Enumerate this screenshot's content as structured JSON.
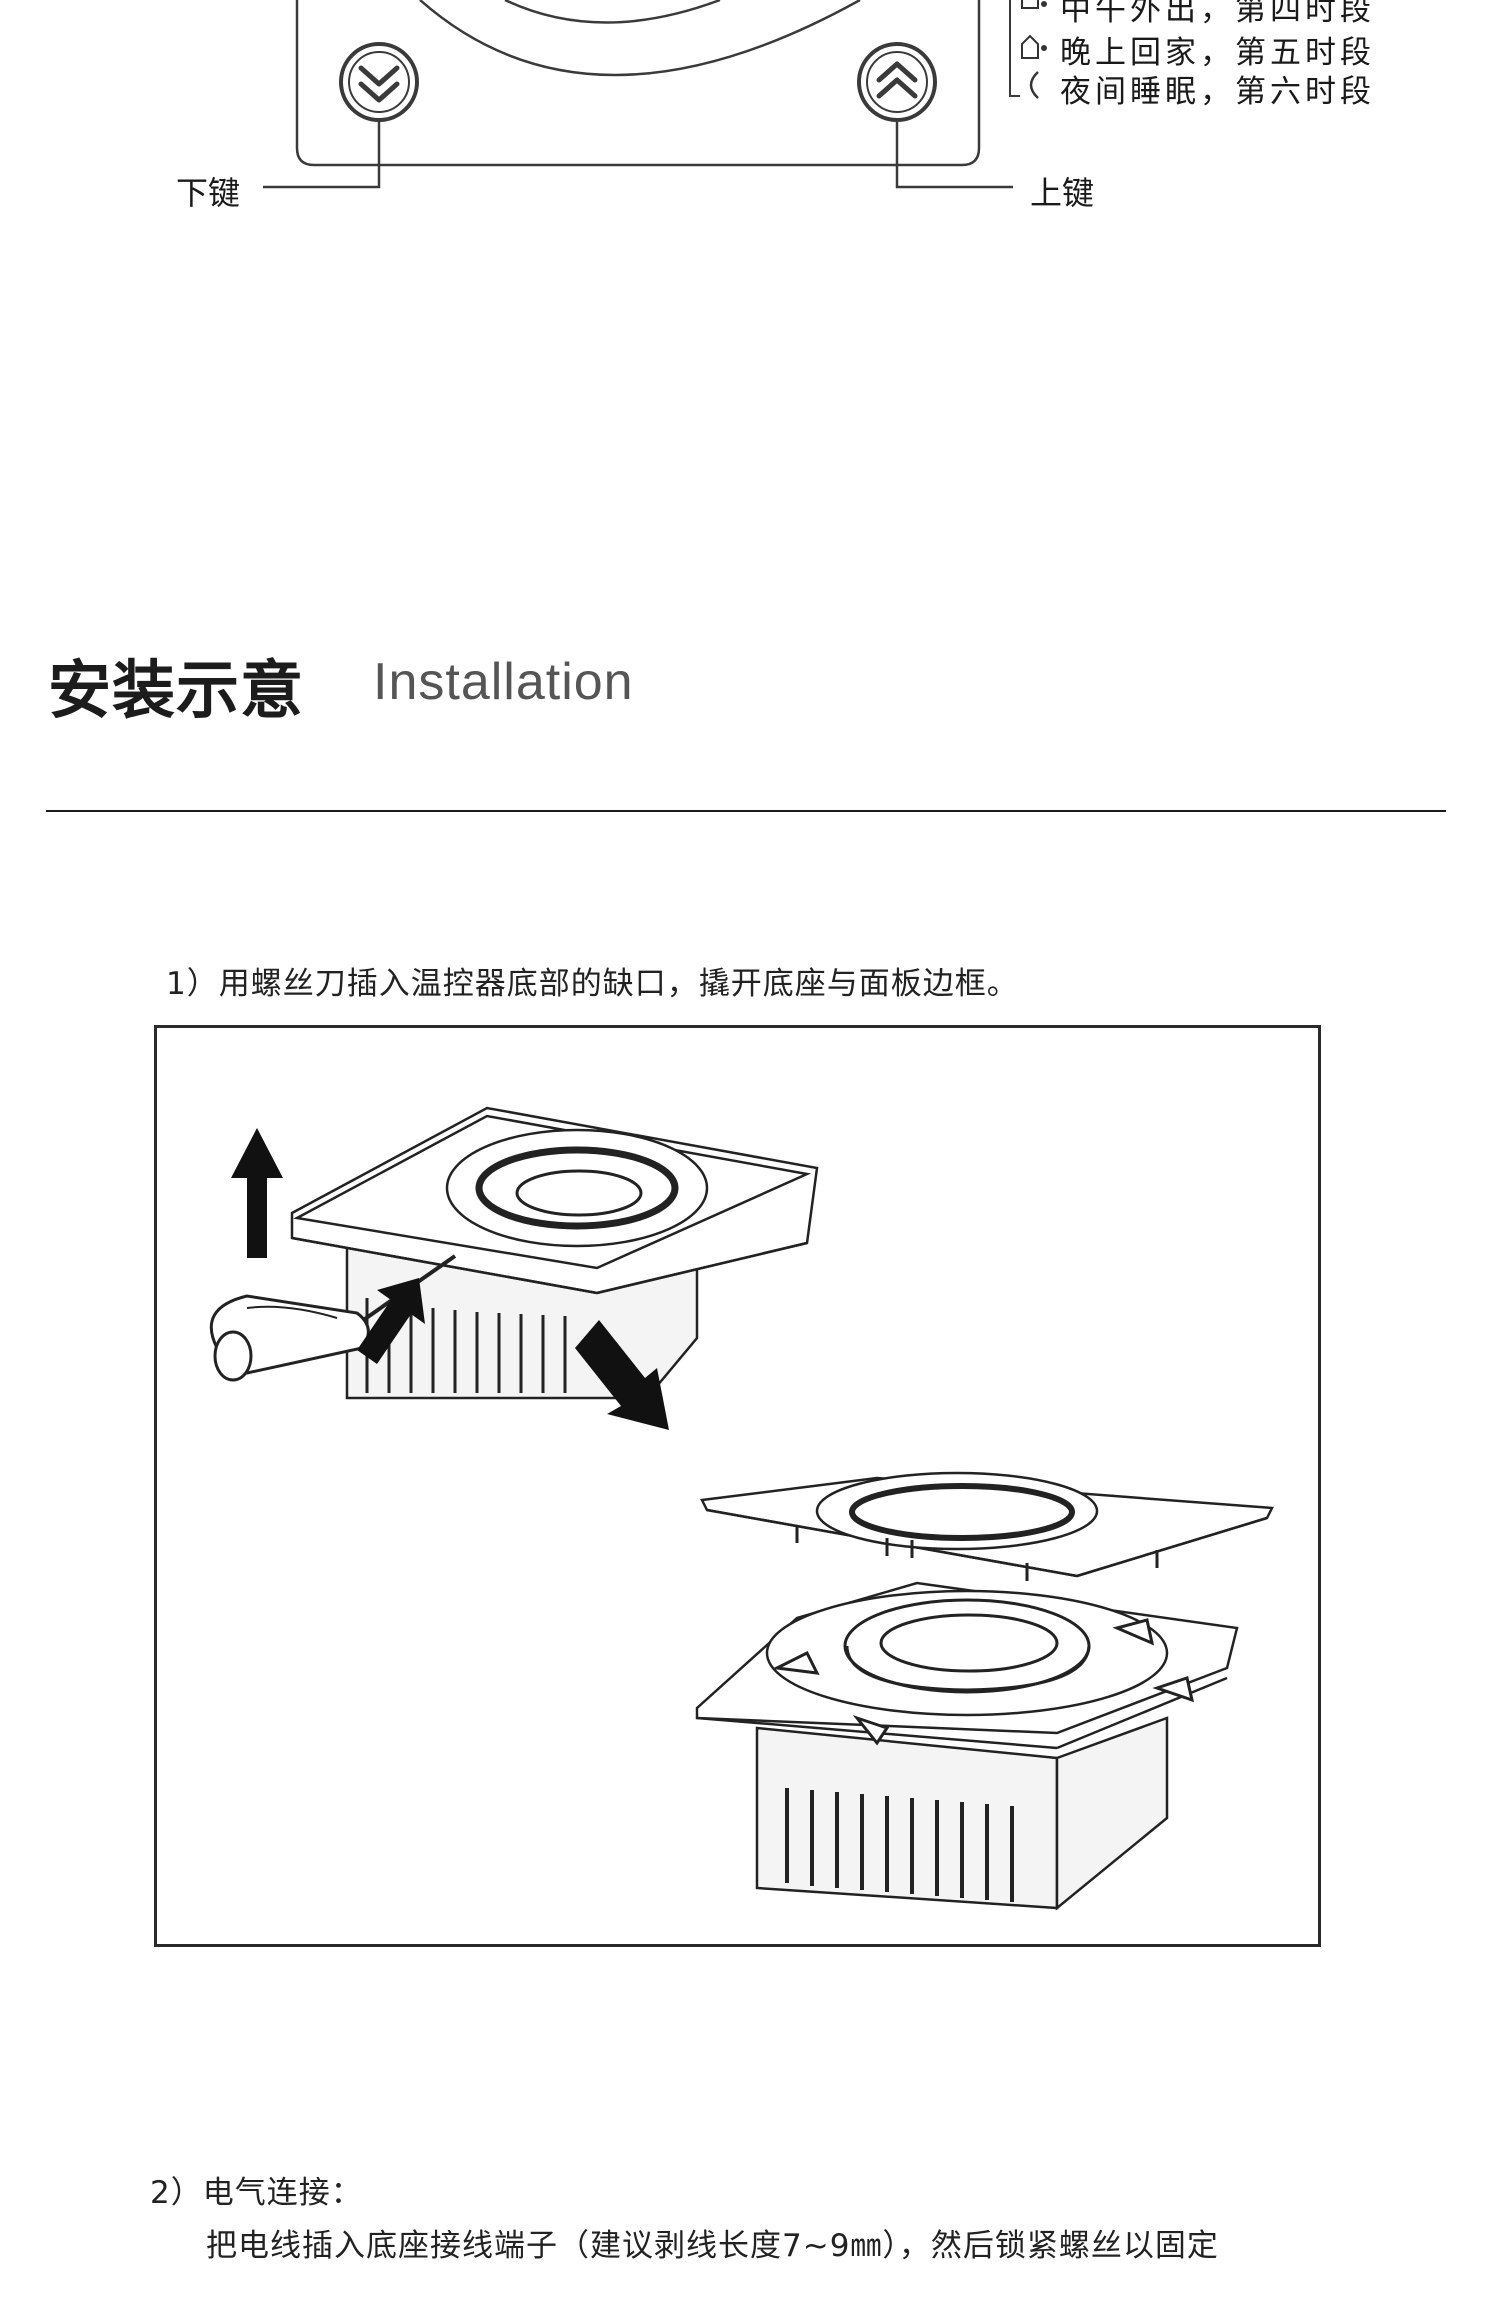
{
  "top_illustration": {
    "legend": [
      {
        "icon": "tray-icon",
        "text": "中午外出，第四时段"
      },
      {
        "icon": "house-icon",
        "text": "晚上回家，第五时段"
      },
      {
        "icon": "moon-icon",
        "text": "夜间睡眠，第六时段"
      }
    ],
    "down_key_label": "下键",
    "up_key_label": "上键",
    "down_key_icon": "double-chevron-down-icon",
    "up_key_icon": "double-chevron-up-icon"
  },
  "section": {
    "title_cn": "安装示意",
    "title_en": "Installation"
  },
  "steps": [
    {
      "number": "1）",
      "text": "用螺丝刀插入温控器底部的缺口，撬开底座与面板边框。"
    },
    {
      "number": "2）",
      "heading": "电气连接：",
      "text": "把电线插入底座接线端子（建议剥线长度7~9㎜），然后锁紧螺丝以固定"
    }
  ]
}
